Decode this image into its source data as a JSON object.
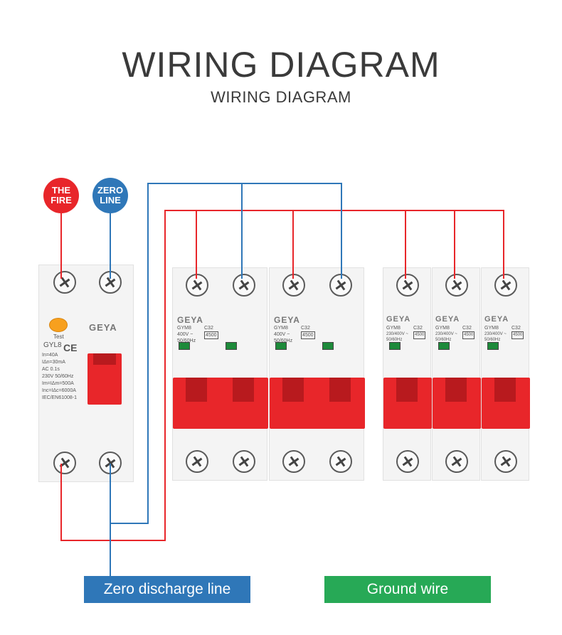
{
  "title": "WIRING DIAGRAM",
  "subtitle": "WIRING DIAGRAM",
  "badges": {
    "fire_line1": "THE",
    "fire_line2": "FIRE",
    "zero_line1": "ZERO",
    "zero_line2": "LINE"
  },
  "rcbo": {
    "brand": "GEYA",
    "test": "Test",
    "model": "GYL8",
    "ce": "CE",
    "specs": [
      "In=40A",
      "IΔn=30mA",
      "AC  0.1s",
      "230V  50/60Hz",
      "Im=IΔm=500A",
      "Inc=IΔc=6000A",
      "IEC/EN61008-1"
    ]
  },
  "mcb2p": {
    "brand": "GEYA",
    "model": "GYM8",
    "rating": "C32",
    "voltage": "400V ~",
    "freq": "50/60Hz",
    "capacity": "4500"
  },
  "mcb1p": {
    "brand": "GEYA",
    "model": "GYM8",
    "rating": "C32",
    "voltage": "230/400V ~",
    "freq": "50/60Hz",
    "capacity": "4500"
  },
  "labels": {
    "zero_discharge": "Zero discharge line",
    "ground": "Ground wire"
  },
  "colors": {
    "fire": "#e8262a",
    "zero": "#2f77b8",
    "ground": "#27a956"
  }
}
